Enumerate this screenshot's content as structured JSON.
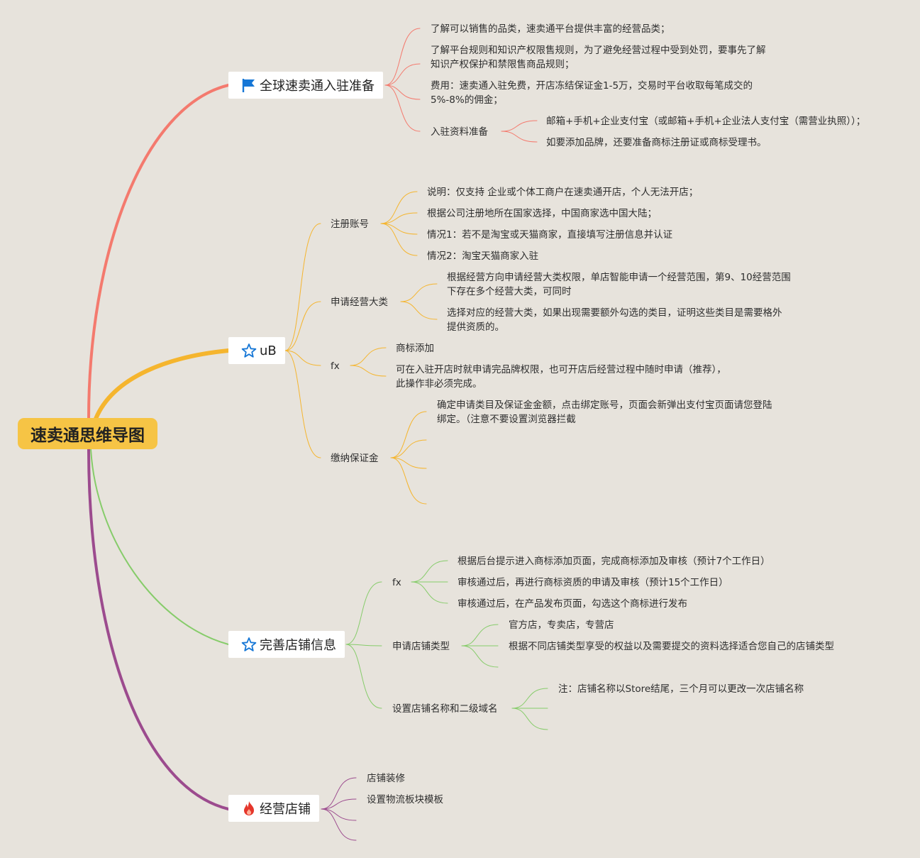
{
  "root": {
    "label": "速卖通思维导图"
  },
  "colors": {
    "background": "#e7e3dc",
    "root_fill": "#f6c445",
    "branch1": "#f47a6e",
    "branch2": "#f5b52e",
    "branch3": "#86cc6a",
    "branch4": "#9c4b8e",
    "flag": "#1677d6",
    "star": "#1677d6",
    "fire": "#e5362b"
  },
  "branches": [
    {
      "label": "全球速卖通入驻准备",
      "icon": "flag-icon",
      "children": [
        {
          "text": [
            "了解可以销售的品类，速卖通平台提供丰富的经营品类；"
          ]
        },
        {
          "text": [
            "了解平台规则和知识产权限售规则，为了避免经营过程中受到处罚，要事先了解",
            "知识产权保护和禁限售商品规则；"
          ]
        },
        {
          "text": [
            "费用：速卖通入驻免费，开店冻结保证金1-5万，交易时平台收取每笔成交的",
            "5%-8%的佣金；"
          ]
        },
        {
          "text": [
            "入驻资料准备"
          ],
          "children": [
            {
              "text": [
                "邮箱+手机+企业支付宝（或邮箱+手机+企业法人支付宝（需营业执照））；"
              ]
            },
            {
              "text": [
                "如要添加品牌，还要准备商标注册证或商标受理书。"
              ]
            }
          ]
        }
      ]
    },
    {
      "label": "uB",
      "icon": "star-icon",
      "children": [
        {
          "text": [
            "注册账号"
          ],
          "children": [
            {
              "text": [
                "说明：仅支持 企业或个体工商户在速卖通开店，个人无法开店；"
              ]
            },
            {
              "text": [
                "根据公司注册地所在国家选择，中国商家选中国大陆；"
              ]
            },
            {
              "text": [
                "情况1：若不是淘宝或天猫商家，直接填写注册信息并认证"
              ]
            },
            {
              "text": [
                "情况2：淘宝天猫商家入驻"
              ]
            }
          ]
        },
        {
          "text": [
            "申请经营大类"
          ],
          "children": [
            {
              "text": [
                "根据经营方向申请经营大类权限，单店智能申请一个经营范围，第9、10经营范围",
                "下存在多个经营大类，可同时"
              ]
            },
            {
              "text": [
                "选择对应的经营大类，如果出现需要额外勾选的类目，证明这些类目是需要格外",
                "提供资质的。"
              ]
            }
          ]
        },
        {
          "text": [
            "fx"
          ],
          "children": [
            {
              "text": [
                "商标添加"
              ]
            },
            {
              "text": [
                "可在入驻开店时就申请完品牌权限，也可开店后经营过程中随时申请（推荐），",
                "此操作非必须完成。"
              ]
            }
          ]
        },
        {
          "text": [
            "缴纳保证金"
          ],
          "children": [
            {
              "text": [
                "确定申请类目及保证金金额，点击绑定账号，页面会新弹出支付宝页面请您登陆",
                "绑定。（注意不要设置浏览器拦截"
              ]
            },
            {
              "text": []
            },
            {
              "text": []
            },
            {
              "text": []
            }
          ]
        }
      ]
    },
    {
      "label": "完善店铺信息",
      "icon": "star-icon",
      "children": [
        {
          "text": [
            "fx"
          ],
          "children": [
            {
              "text": [
                "根据后台提示进入商标添加页面，完成商标添加及审核（预计7个工作日）"
              ]
            },
            {
              "text": [
                "审核通过后，再进行商标资质的申请及审核（预计15个工作日）"
              ]
            },
            {
              "text": [
                "审核通过后，在产品发布页面，勾选这个商标进行发布"
              ]
            }
          ]
        },
        {
          "text": [
            "申请店铺类型"
          ],
          "children": [
            {
              "text": [
                "官方店，专卖店，专营店"
              ]
            },
            {
              "text": [
                "根据不同店铺类型享受的权益以及需要提交的资料选择适合您自己的店铺类型"
              ]
            },
            {
              "text": []
            }
          ]
        },
        {
          "text": [
            "设置店铺名称和二级域名"
          ],
          "children": [
            {
              "text": [
                "注：店铺名称以Store结尾，三个月可以更改一次店铺名称"
              ]
            },
            {
              "text": []
            },
            {
              "text": []
            }
          ]
        }
      ]
    },
    {
      "label": "经营店铺",
      "icon": "fire-icon",
      "children": [
        {
          "text": [
            "店铺装修"
          ]
        },
        {
          "text": [
            "设置物流板块模板"
          ]
        },
        {
          "text": []
        },
        {
          "text": []
        }
      ]
    }
  ]
}
